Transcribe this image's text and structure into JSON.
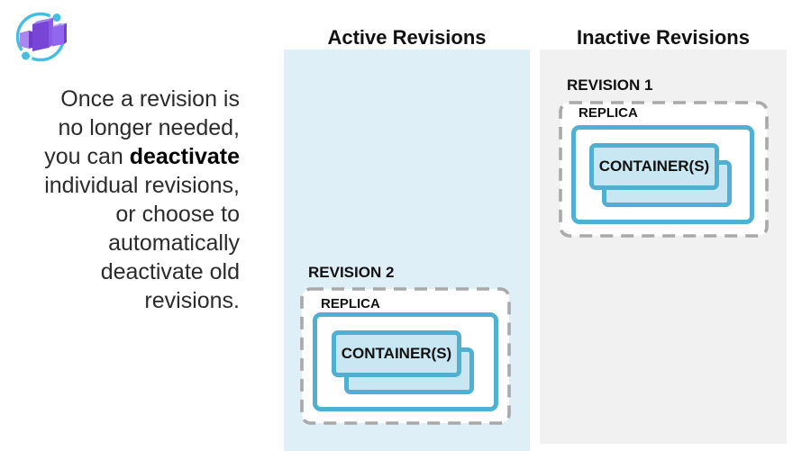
{
  "title": "Container Apps revision deactivation diagram",
  "logo": {
    "name": "azure-container-apps-logo",
    "orbit_color": "#45bedf",
    "purple_dark": "#7746d6",
    "purple_mid": "#8b5be6",
    "purple_light": "#a385ee"
  },
  "paragraph": {
    "lines": [
      {
        "text": "Once a revision is"
      },
      {
        "text": "no longer needed,"
      },
      {
        "prefix": "you can ",
        "bold": "deactivate"
      },
      {
        "text": "individual revisions,"
      },
      {
        "text": "or choose to"
      },
      {
        "text": "automatically"
      },
      {
        "text": "deactivate old"
      },
      {
        "text": "revisions."
      }
    ]
  },
  "columns": [
    {
      "header": "Active Revisions",
      "panel_color": "#dfeff7"
    },
    {
      "header": "Inactive Revisions",
      "panel_color": "#f1f1f1"
    }
  ],
  "revisions": [
    {
      "name": "REVISION 1",
      "column": "inactive",
      "replica_label": "REPLICA",
      "container_label": "CONTAINER(S)"
    },
    {
      "name": "REVISION 2",
      "column": "active",
      "replica_label": "REPLICA",
      "container_label": "CONTAINER(S)"
    }
  ],
  "colors": {
    "teal_border": "#4fb0d1",
    "container_fill": "#c9e6f3",
    "dashed_border": "#a9a9a9",
    "text": "#111111"
  }
}
